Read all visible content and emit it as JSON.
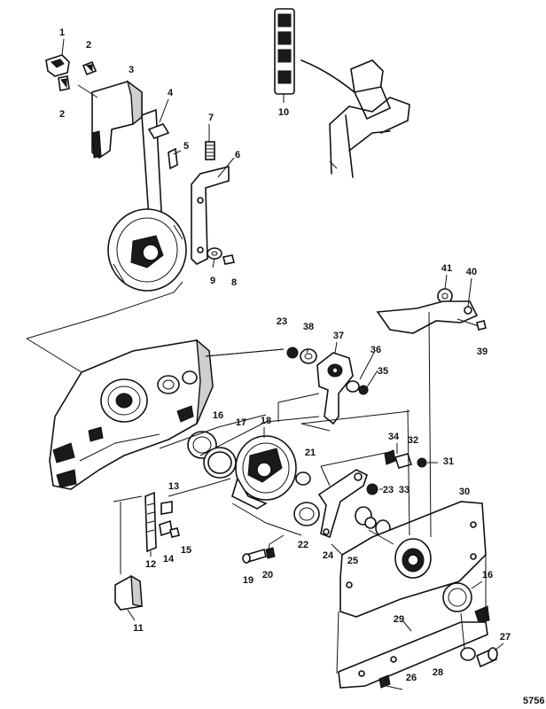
{
  "figure_id": "5756",
  "callouts": {
    "c1": "1",
    "c2a": "2",
    "c2b": "2",
    "c3": "3",
    "c4": "4",
    "c5": "5",
    "c6": "6",
    "c7": "7",
    "c8": "8",
    "c9": "9",
    "c10": "10",
    "c11": "11",
    "c12": "12",
    "c13": "13",
    "c14": "14",
    "c15": "15",
    "c16a": "16",
    "c16b": "16",
    "c17": "17",
    "c18": "18",
    "c19": "19",
    "c20": "20",
    "c21": "21",
    "c22": "22",
    "c23a": "23",
    "c23b": "23",
    "c24": "24",
    "c25": "25",
    "c26": "26",
    "c27": "27",
    "c28": "28",
    "c29": "29",
    "c30": "30",
    "c31": "31",
    "c32": "32",
    "c33": "33",
    "c34": "34",
    "c35": "35",
    "c36": "36",
    "c37": "37",
    "c38": "38",
    "c39": "39",
    "c40": "40",
    "c41": "41"
  }
}
